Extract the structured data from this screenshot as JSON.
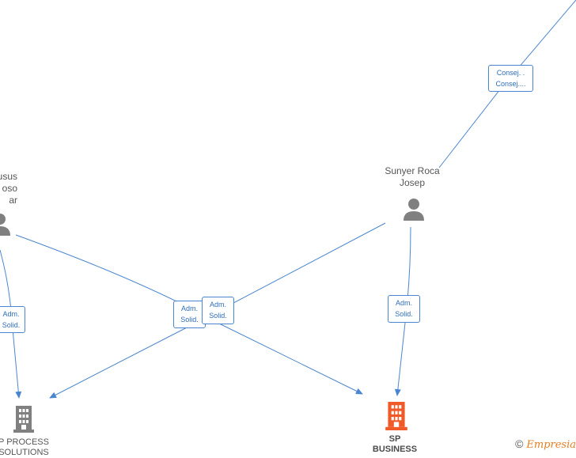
{
  "people": [
    {
      "line1": "usus",
      "line2": "oso",
      "line3": "ar"
    },
    {
      "line1": "Sunyer Roca",
      "line2": "Josep"
    }
  ],
  "companies": [
    {
      "line1": "P PROCESS",
      "line2": "SOLUTIONS"
    },
    {
      "line1": "SP",
      "line2": "BUSINESS"
    }
  ],
  "relations": [
    {
      "line1": "Consej. .",
      "line2": "Consej...."
    },
    {
      "line1": "Adm.",
      "line2": "Solid."
    },
    {
      "line1": "Adm.",
      "line2": "Solid."
    },
    {
      "line1": "Adm.",
      "line2": "Solid."
    },
    {
      "line1": "Adm.",
      "line2": "Solid."
    }
  ],
  "colors": {
    "edge": "#4a86cf",
    "person_icon": "#808080",
    "company_icon": "#808080",
    "company_highlight": "#f05a28"
  },
  "icons": {
    "person": "person-icon",
    "company": "building-icon"
  },
  "footer": {
    "symbol": "©",
    "brand": "Empresia"
  }
}
